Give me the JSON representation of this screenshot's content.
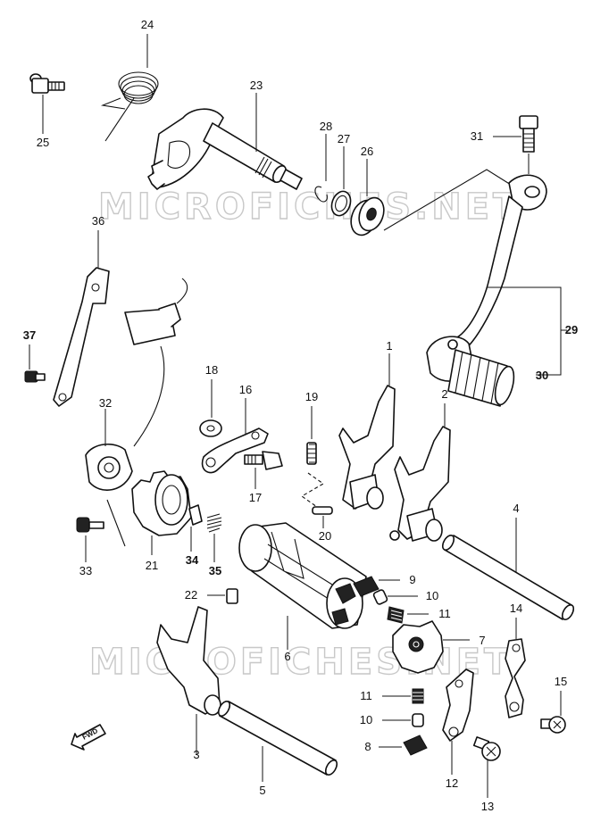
{
  "watermark_text": "MICROFICHES.NET",
  "fwd_label": "FWD",
  "callouts": [
    {
      "id": "c24",
      "label": "24",
      "bold": false
    },
    {
      "id": "c25",
      "label": "25",
      "bold": false
    },
    {
      "id": "c23",
      "label": "23",
      "bold": false
    },
    {
      "id": "c28",
      "label": "28",
      "bold": false
    },
    {
      "id": "c27",
      "label": "27",
      "bold": false
    },
    {
      "id": "c26",
      "label": "26",
      "bold": false
    },
    {
      "id": "c31",
      "label": "31",
      "bold": false
    },
    {
      "id": "c36",
      "label": "36",
      "bold": false
    },
    {
      "id": "c29",
      "label": "29",
      "bold": true
    },
    {
      "id": "c37",
      "label": "37",
      "bold": true
    },
    {
      "id": "c30",
      "label": "30",
      "bold": true
    },
    {
      "id": "c1",
      "label": "1",
      "bold": false
    },
    {
      "id": "c18",
      "label": "18",
      "bold": false
    },
    {
      "id": "c16",
      "label": "16",
      "bold": false
    },
    {
      "id": "c19",
      "label": "19",
      "bold": false
    },
    {
      "id": "c2",
      "label": "2",
      "bold": false
    },
    {
      "id": "c32",
      "label": "32",
      "bold": false
    },
    {
      "id": "c17",
      "label": "17",
      "bold": false
    },
    {
      "id": "c4",
      "label": "4",
      "bold": false
    },
    {
      "id": "c20",
      "label": "20",
      "bold": false
    },
    {
      "id": "c33",
      "label": "33",
      "bold": false
    },
    {
      "id": "c34",
      "label": "34",
      "bold": true
    },
    {
      "id": "c21",
      "label": "21",
      "bold": false
    },
    {
      "id": "c35",
      "label": "35",
      "bold": true
    },
    {
      "id": "c9",
      "label": "9",
      "bold": false
    },
    {
      "id": "c22",
      "label": "22",
      "bold": false
    },
    {
      "id": "c10a",
      "label": "10",
      "bold": false
    },
    {
      "id": "c11a",
      "label": "11",
      "bold": false
    },
    {
      "id": "c14",
      "label": "14",
      "bold": false
    },
    {
      "id": "c7",
      "label": "7",
      "bold": false
    },
    {
      "id": "c6",
      "label": "6",
      "bold": false
    },
    {
      "id": "c15",
      "label": "15",
      "bold": false
    },
    {
      "id": "c11b",
      "label": "11",
      "bold": false
    },
    {
      "id": "c10b",
      "label": "10",
      "bold": false
    },
    {
      "id": "c8",
      "label": "8",
      "bold": false
    },
    {
      "id": "c3",
      "label": "3",
      "bold": false
    },
    {
      "id": "c12",
      "label": "12",
      "bold": false
    },
    {
      "id": "c5",
      "label": "5",
      "bold": false
    },
    {
      "id": "c13",
      "label": "13",
      "bold": false
    }
  ]
}
